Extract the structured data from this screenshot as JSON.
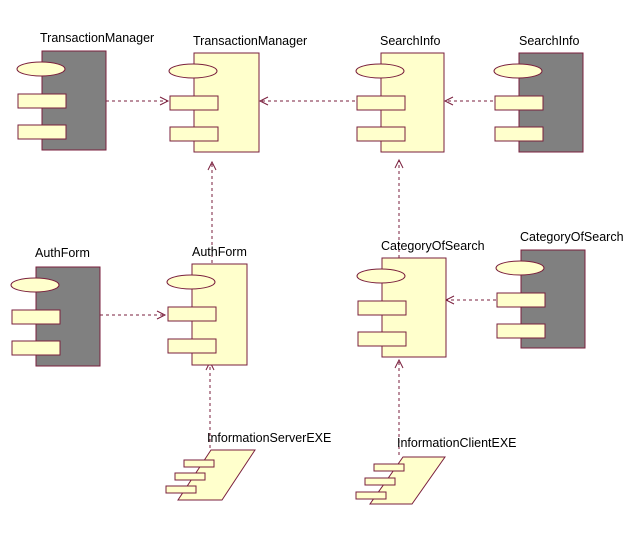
{
  "colors": {
    "component_fill": "#ffffcc",
    "shaded_fill": "#808080",
    "outline": "#7a1f3d",
    "text": "#000000"
  },
  "components": [
    {
      "id": "tm_shaded",
      "label": "TransactionManager",
      "style": "shaded"
    },
    {
      "id": "tm",
      "label": "TransactionManager",
      "style": "light"
    },
    {
      "id": "si",
      "label": "SearchInfo",
      "style": "light"
    },
    {
      "id": "si_shaded",
      "label": "SearchInfo",
      "style": "shaded"
    },
    {
      "id": "af_shaded",
      "label": "AuthForm",
      "style": "shaded"
    },
    {
      "id": "af",
      "label": "AuthForm",
      "style": "light"
    },
    {
      "id": "cos",
      "label": "CategoryOfSearch",
      "style": "light"
    },
    {
      "id": "cos_shaded",
      "label": "CategoryOfSearch",
      "style": "shaded"
    }
  ],
  "executables": [
    {
      "id": "ise",
      "label": "InformationServerEXE"
    },
    {
      "id": "ice",
      "label": "InformationClientEXE"
    }
  ],
  "dependencies": [
    {
      "from": "tm_shaded",
      "to": "tm"
    },
    {
      "from": "si",
      "to": "tm"
    },
    {
      "from": "si_shaded",
      "to": "si"
    },
    {
      "from": "af",
      "to": "tm"
    },
    {
      "from": "cos",
      "to": "si"
    },
    {
      "from": "af_shaded",
      "to": "af"
    },
    {
      "from": "cos_shaded",
      "to": "cos"
    },
    {
      "from": "ise",
      "to": "af"
    },
    {
      "from": "ice",
      "to": "cos"
    }
  ]
}
